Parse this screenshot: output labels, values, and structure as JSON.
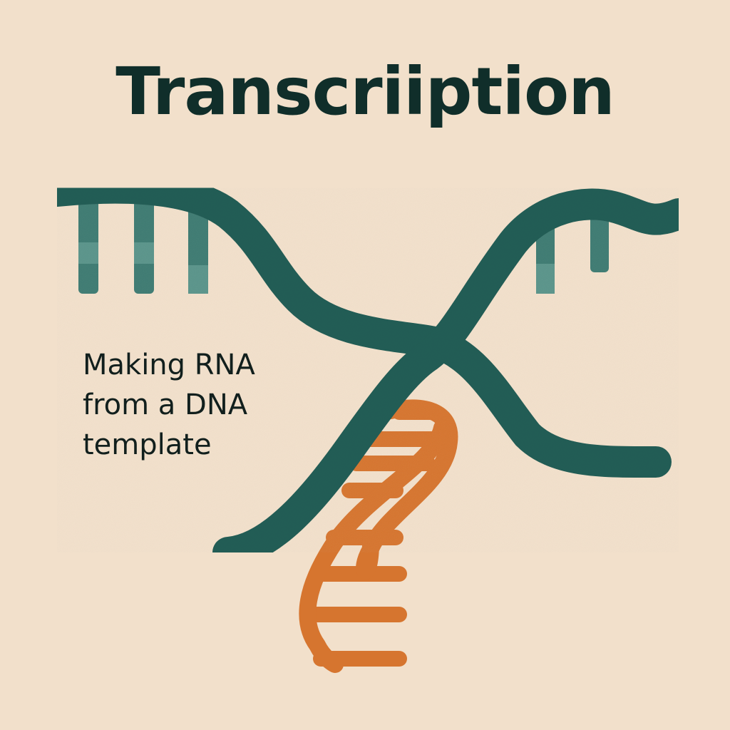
{
  "title": "Transcriiption",
  "subtitle_lines": [
    "Making RNA",
    "from a DNA",
    "template"
  ],
  "colors": {
    "background": "#f2e0cb",
    "dna_strand": "#245d55",
    "dna_base": "#3e7b72",
    "rna_strand": "#d6752f",
    "text": "#102e2a"
  }
}
